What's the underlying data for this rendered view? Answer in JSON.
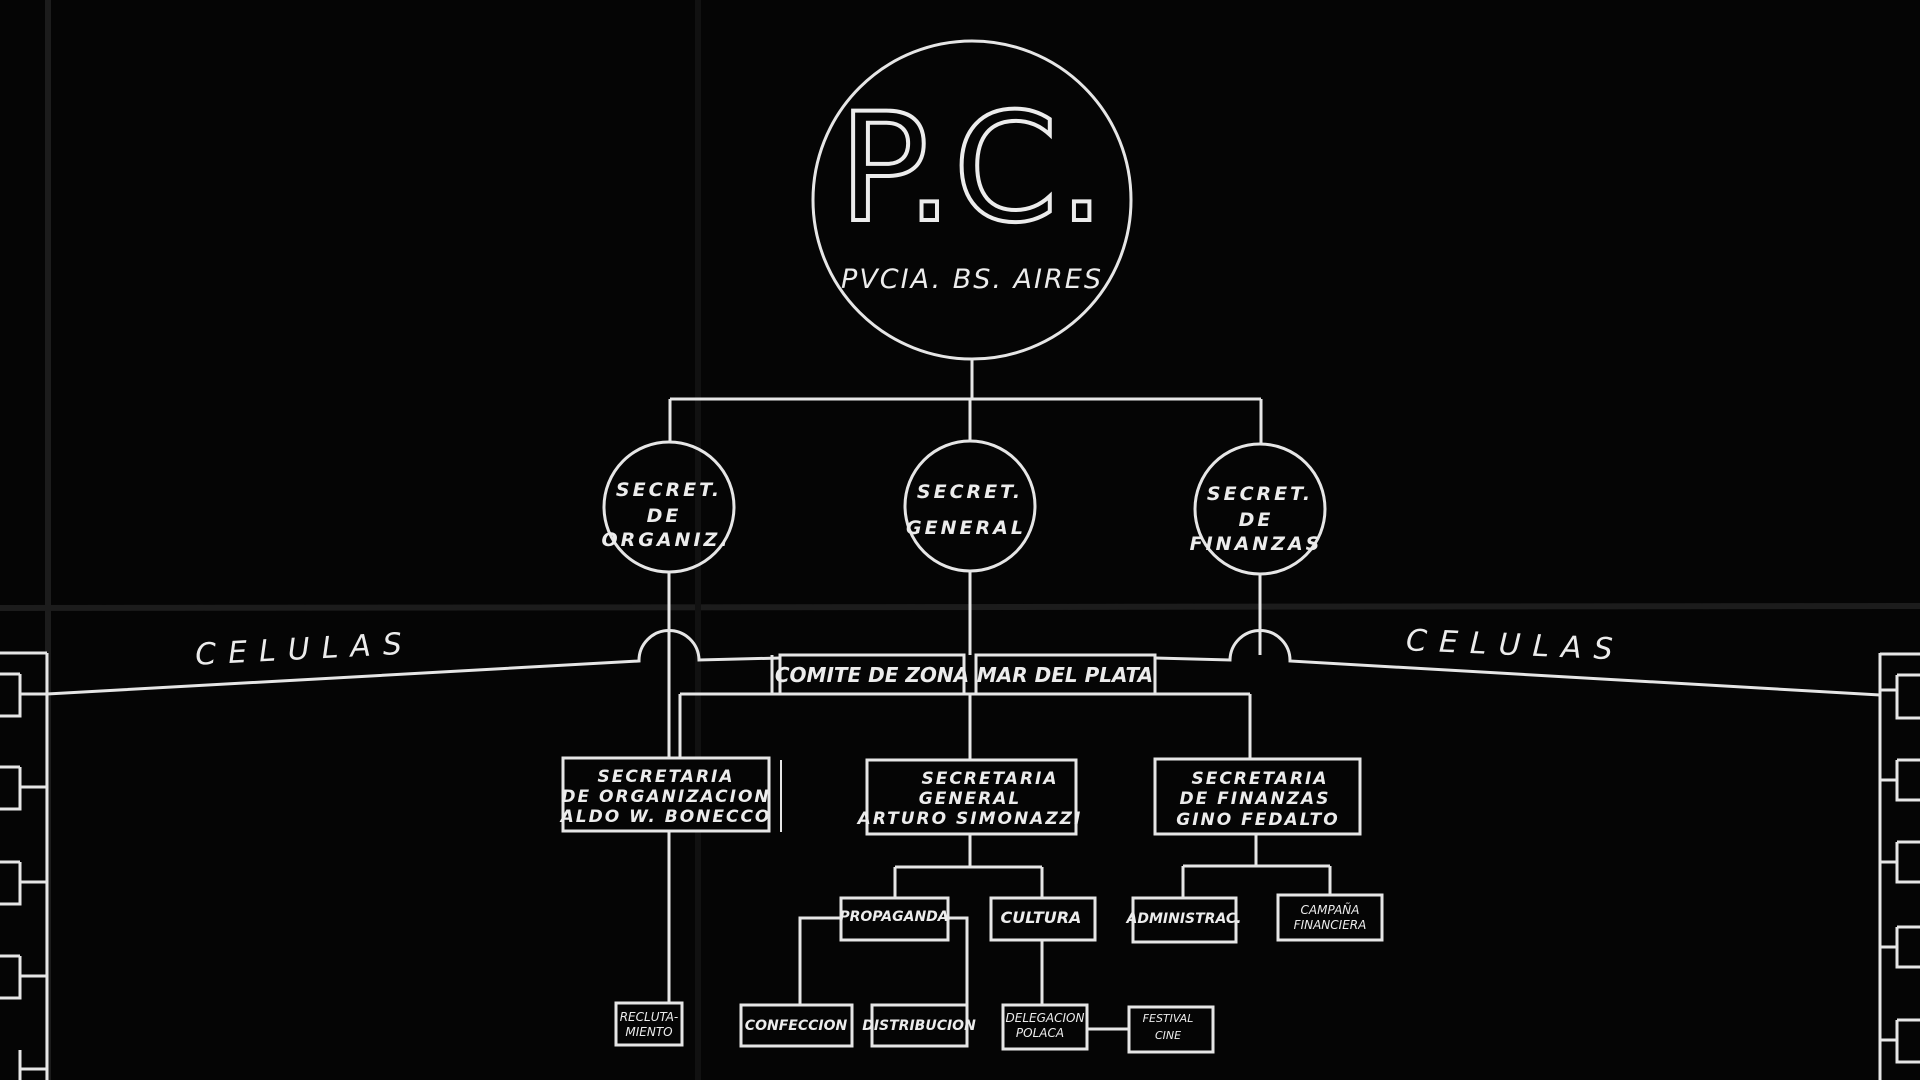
{
  "header": {
    "title": "P.C.",
    "subtitle": "PVCIA. BS. AIRES"
  },
  "secretariats": [
    {
      "lines": [
        "SECRET.",
        "DE",
        "ORGANIZ."
      ]
    },
    {
      "lines": [
        "SECRET.",
        "GENERAL"
      ]
    },
    {
      "lines": [
        "SECRET.",
        "DE",
        "FINANZAS"
      ]
    }
  ],
  "celulas_left": "CELULAS",
  "celulas_right": "CELULAS",
  "comite": {
    "zona": "COMITE DE ZONA",
    "ciudad": "MAR DEL PLATA"
  },
  "secretaria_boxes": [
    {
      "lines": [
        "SECRETARIA",
        "DE ORGANIZACION",
        "ALDO W. BONECCO"
      ]
    },
    {
      "lines": [
        "SECRETARIA",
        "GENERAL",
        "ARTURO SIMONAZZI"
      ]
    },
    {
      "lines": [
        "SECRETARIA",
        "DE FINANZAS",
        "GINO FEDALTO"
      ]
    }
  ],
  "departments": {
    "propaganda": "PROPAGANDA",
    "cultura": "CULTURA",
    "administracion": "ADMINISTRAC.",
    "campana": [
      "CAMPAÑA",
      "FINANCIERA"
    ],
    "reclutamiento": [
      "RECLUTA-",
      "MIENTO"
    ],
    "confeccion": "CONFECCION",
    "distribucion": "DISTRIBUCION",
    "delegacion": [
      "DELEGACION",
      "POLACA"
    ],
    "festival": [
      "FESTIVAL",
      "CINE"
    ]
  }
}
